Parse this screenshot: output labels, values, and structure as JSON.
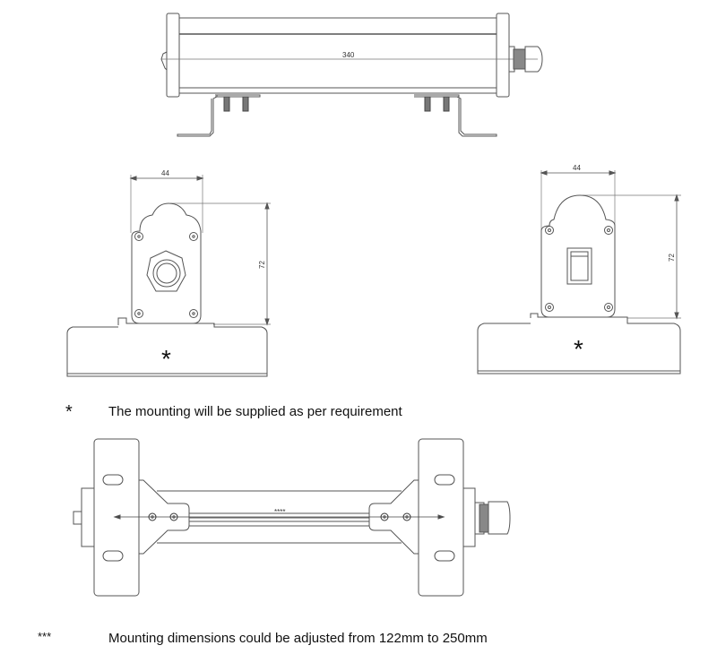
{
  "drawing": {
    "side_view": {
      "length_dim": "340"
    },
    "end_view_left": {
      "width_dim": "44",
      "height_dim": "72",
      "feature": "cable-gland",
      "mounting_mark": "*"
    },
    "end_view_right": {
      "width_dim": "44",
      "height_dim": "72",
      "feature": "rocker-switch",
      "mounting_mark": "*"
    },
    "top_view": {
      "mount_dim": "****"
    }
  },
  "notes": [
    {
      "marker": "*",
      "text": "The mounting will be supplied as per requirement"
    },
    {
      "marker": "***",
      "text": "Mounting dimensions could be adjusted from 122mm to 250mm"
    }
  ],
  "colors": {
    "line": "#555555",
    "thread_fill": "#888888",
    "text": "#111111"
  }
}
